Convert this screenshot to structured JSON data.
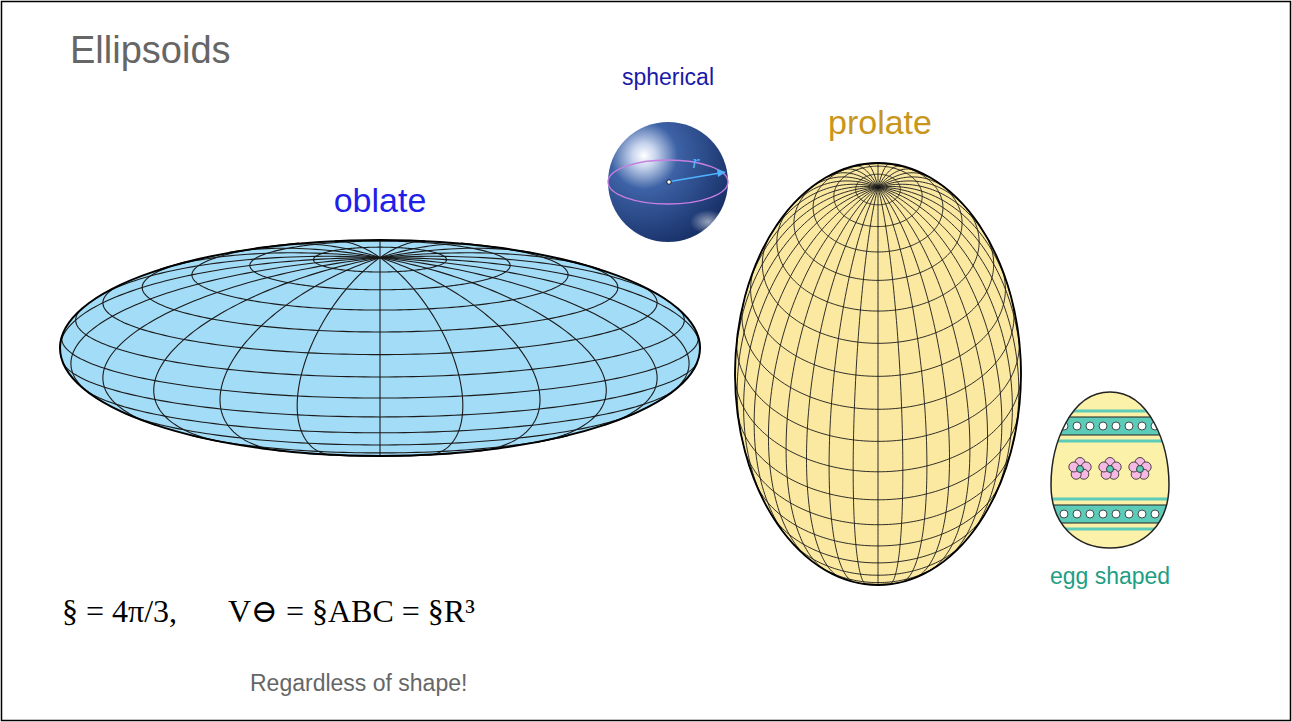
{
  "diagram": {
    "title": "Ellipsoids",
    "labels": [
      "oblate",
      "spherical",
      "r",
      "prolate",
      "egg shaped",
      "§ = 4π/3,",
      "V⊖ = §ABC = §R³",
      "Regardless of shape!"
    ]
  }
}
